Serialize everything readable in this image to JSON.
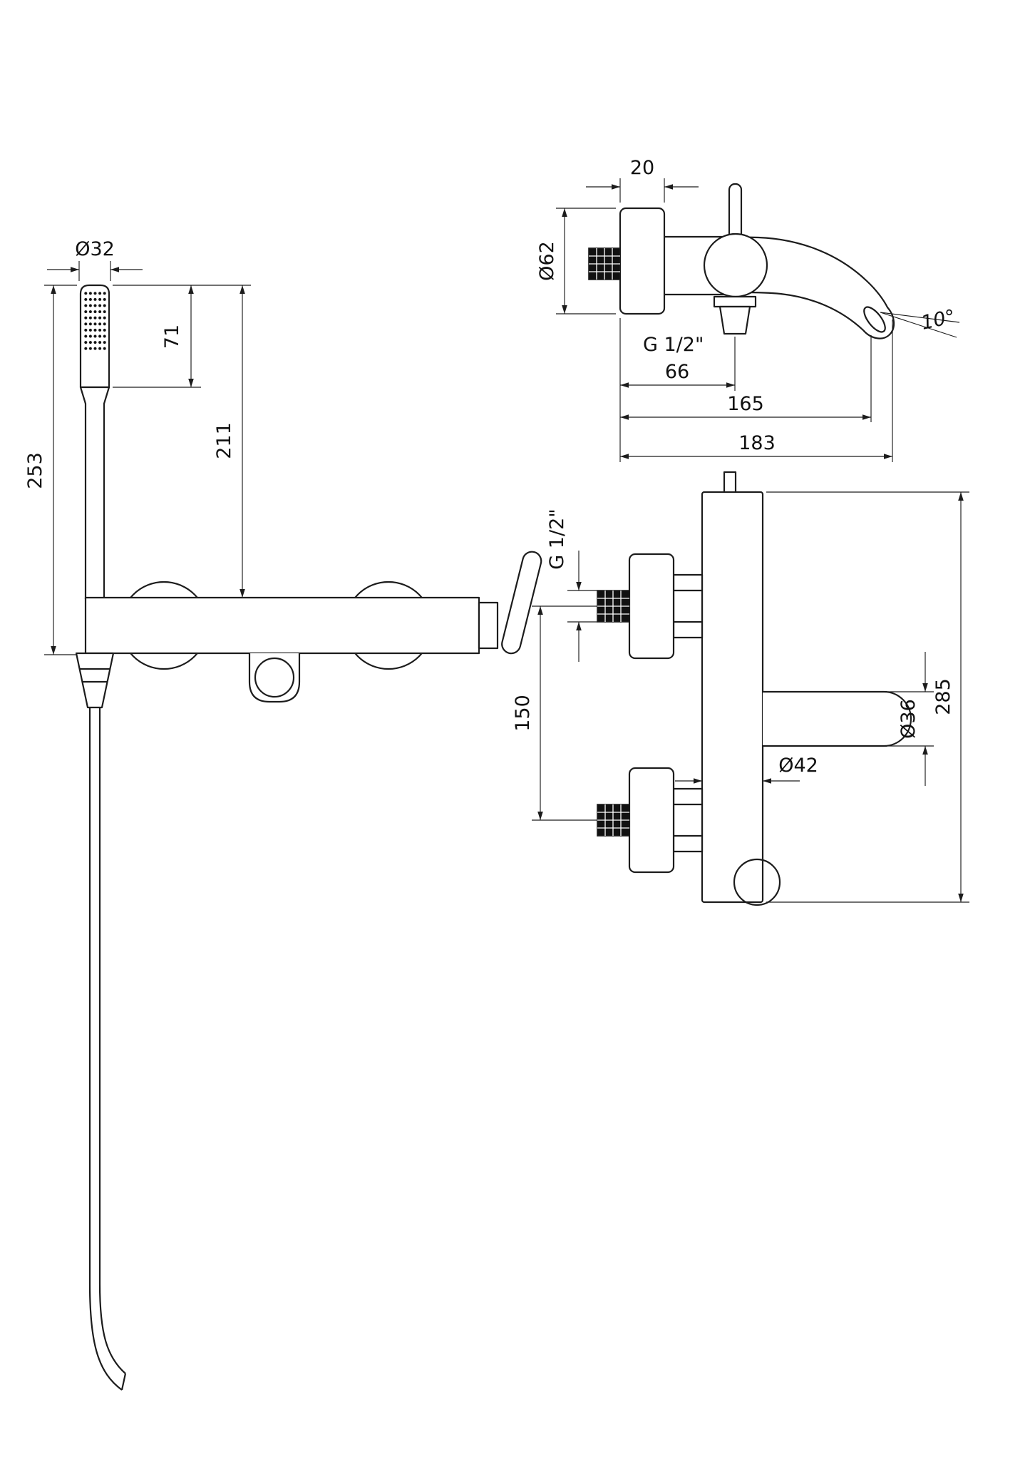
{
  "drawing": {
    "kind": "bath-shower-mixer technical dimension drawing",
    "line_color": "#1c1c1c",
    "background": "#ffffff",
    "front": {
      "dia_head": "Ø32",
      "head_len": "71",
      "len_211": "211",
      "len_253": "253"
    },
    "top": {
      "depth_20": "20",
      "dia_62": "Ø62",
      "thread": "G 1/2\"",
      "len_66": "66",
      "len_165": "165",
      "len_183": "183",
      "angle": "10°"
    },
    "side": {
      "thread": "G 1/2\"",
      "spacing_150": "150",
      "dia_36": "Ø36",
      "dia_42": "Ø42",
      "height_285": "285"
    }
  }
}
